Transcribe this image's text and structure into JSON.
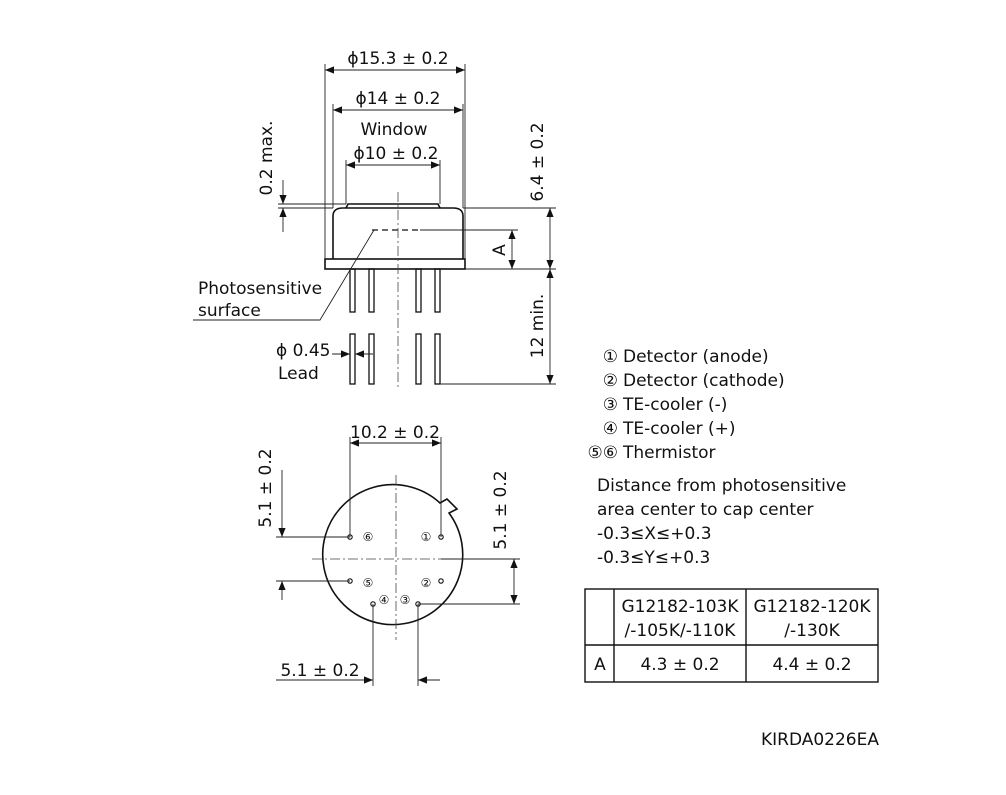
{
  "top_view": {
    "dim_outer": "ϕ15.3 ± 0.2",
    "dim_cap": "ϕ14 ± 0.2",
    "window_label": "Window",
    "dim_window": "ϕ10 ± 0.2",
    "dim_max": "0.2 max.",
    "dim_height": "6.4 ± 0.2",
    "dim_a": "A",
    "dim_lead_len": "12 min.",
    "photosensitive_line1": "Photosensitive",
    "photosensitive_line2": "surface",
    "lead_dia": "ϕ 0.45",
    "lead_label": "Lead"
  },
  "bottom_view": {
    "dim_width": "10.2 ± 0.2",
    "dim_left": "5.1 ± 0.2",
    "dim_right": "5.1 ± 0.2",
    "dim_bottom": "5.1 ± 0.2",
    "pins": [
      "①",
      "②",
      "③",
      "④",
      "⑤",
      "⑥"
    ]
  },
  "legend": {
    "items": [
      {
        "num": "①",
        "text": "Detector (anode)"
      },
      {
        "num": "②",
        "text": "Detector (cathode)"
      },
      {
        "num": "③",
        "text": "TE-cooler (-)"
      },
      {
        "num": "④",
        "text": "TE-cooler (+)"
      },
      {
        "num": "⑤⑥",
        "text": "Thermistor"
      }
    ]
  },
  "note": {
    "line1": "Distance from photosensitive",
    "line2": "area center to cap center",
    "line3": "-0.3≤X≤+0.3",
    "line4": "-0.3≤Y≤+0.3"
  },
  "table": {
    "col1_line1": "G12182-103K",
    "col1_line2": "/-105K/-110K",
    "col2_line1": "G12182-120K",
    "col2_line2": "/-130K",
    "row_label": "A",
    "val1": "4.3 ± 0.2",
    "val2": "4.4 ± 0.2"
  },
  "doc_code": "KIRDA0226EA"
}
